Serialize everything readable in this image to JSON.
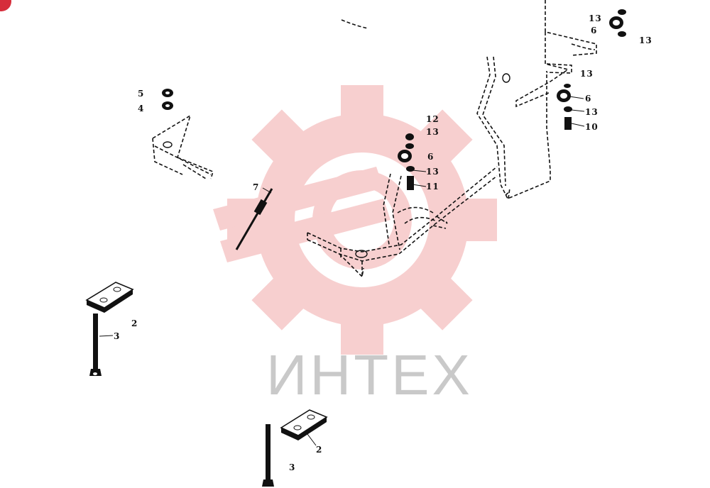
{
  "watermark": {
    "text": "ИНТЕХ",
    "gear_color": "#f7cfcf",
    "text_color": "#c9c9c9"
  },
  "callouts": {
    "c5": "5",
    "c4": "4",
    "c7": "7",
    "c12": "12",
    "c13a": "13",
    "c6a": "6",
    "c13b": "13",
    "c11": "11",
    "c13c": "13",
    "c6b": "6",
    "c13d": "13",
    "c13e": "13",
    "c6c": "6",
    "c13f": "13",
    "c10": "10",
    "c2a": "2",
    "c3a": "3",
    "c2b": "2",
    "c3b": "3"
  },
  "corner_badge_color": "#d62d3b"
}
